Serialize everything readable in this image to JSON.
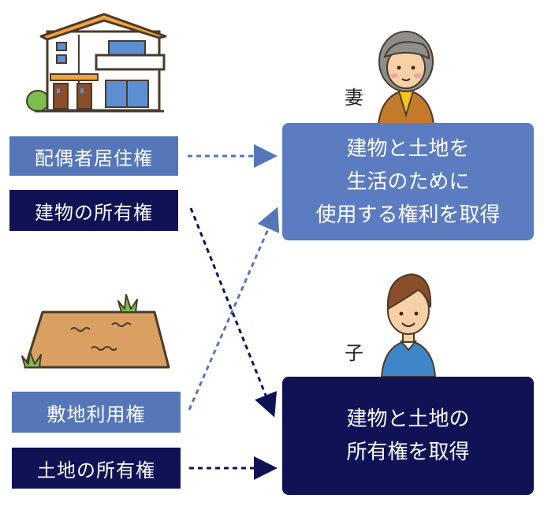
{
  "rights": {
    "spouse_residence": "配偶者居住権",
    "building_ownership": "建物の所有権",
    "land_use": "敷地利用権",
    "land_ownership": "土地の所有権"
  },
  "people": {
    "wife": {
      "label": "妻",
      "result_lines": [
        "建物と土地を",
        "生活のために",
        "使用する権利を取得"
      ]
    },
    "child": {
      "label": "子",
      "result_lines": [
        "建物と土地の",
        "所有権を取得"
      ]
    }
  },
  "colors": {
    "light_blue": "#5576b8",
    "dark_navy": "#0f1356",
    "soil": "#d9a062"
  },
  "icons": [
    "house-icon",
    "land-plot-icon",
    "wife-icon",
    "child-icon"
  ]
}
